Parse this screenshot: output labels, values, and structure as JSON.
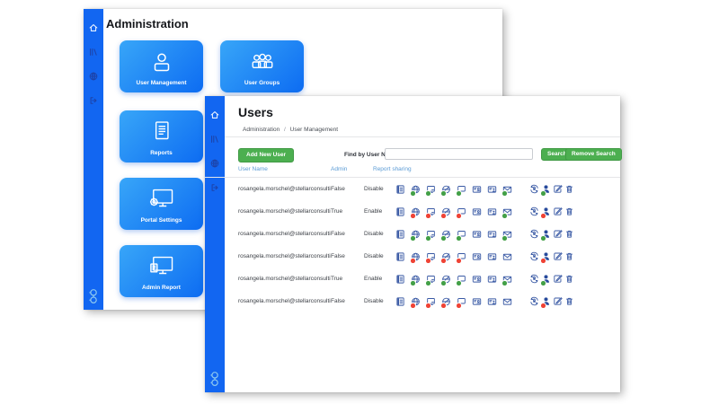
{
  "colors": {
    "sidebar_blue": "#1266f1",
    "tile_gradient_start": "#38a6f8",
    "tile_gradient_end": "#0d6cf2",
    "green": "#4caf50",
    "green_dot": "#43a047",
    "red_dot": "#ef4335",
    "header_blue": "#5b9bd5",
    "icon_navy": "#3a5aa5",
    "logo_blue": "#8ec9f0"
  },
  "sidebar": {
    "icons": [
      "home-icon",
      "library-icon",
      "globe-icon",
      "logout-icon"
    ],
    "logo_icon": "glasses-icon"
  },
  "back_window": {
    "title": "Administration",
    "tiles": [
      {
        "label": "User Management",
        "icon": "user"
      },
      {
        "label": "User Groups",
        "icon": "users"
      },
      {
        "label": "Reports",
        "icon": "report"
      },
      {
        "label": "Portal Settings",
        "icon": "portal-settings"
      },
      {
        "label": "Admin Report",
        "icon": "admin-report"
      }
    ]
  },
  "front_window": {
    "title": "Users",
    "breadcrumb": {
      "items": [
        "Administration",
        "User Management"
      ],
      "separator": "/"
    },
    "toolbar": {
      "add_button": "Add New User",
      "find_label": "Find by User Name:",
      "search_input_value": "",
      "search_button": "Search",
      "remove_search_button": "Remove Search"
    },
    "table": {
      "headers": {
        "user_name": "User Name",
        "admin": "Admin",
        "report_sharing": "Report sharing"
      },
      "row_icons": [
        "notebook",
        "globe",
        "monitor",
        "globe-slash",
        "chat",
        "id-card",
        "badge-user",
        "envelope"
      ],
      "action_icons": [
        "reset-password",
        "user-solid",
        "edit",
        "delete"
      ],
      "rows": [
        {
          "email": "rosangela.morschel@stellarconsulting.co.nz",
          "admin": "False",
          "report_sharing": "Disable",
          "dot": "green",
          "mail_dot": "green"
        },
        {
          "email": "rosangela.morschel@stellarconsulting.co.nz",
          "admin": "True",
          "report_sharing": "Enable",
          "dot": "red",
          "mail_dot": "green"
        },
        {
          "email": "rosangela.morschel@stellarconsulting.co.nz",
          "admin": "False",
          "report_sharing": "Disable",
          "dot": "green",
          "mail_dot": "green"
        },
        {
          "email": "rosangela.morschel@stellarconsulting.co.nz",
          "admin": "False",
          "report_sharing": "Disable",
          "dot": "red",
          "mail_dot": null
        },
        {
          "email": "rosangela.morschel@stellarconsulting.co.nz",
          "admin": "True",
          "report_sharing": "Enable",
          "dot": "green",
          "mail_dot": "green"
        },
        {
          "email": "rosangela.morschel@stellarconsulting.co.nz",
          "admin": "False",
          "report_sharing": "Disable",
          "dot": "red",
          "mail_dot": null
        }
      ]
    }
  }
}
